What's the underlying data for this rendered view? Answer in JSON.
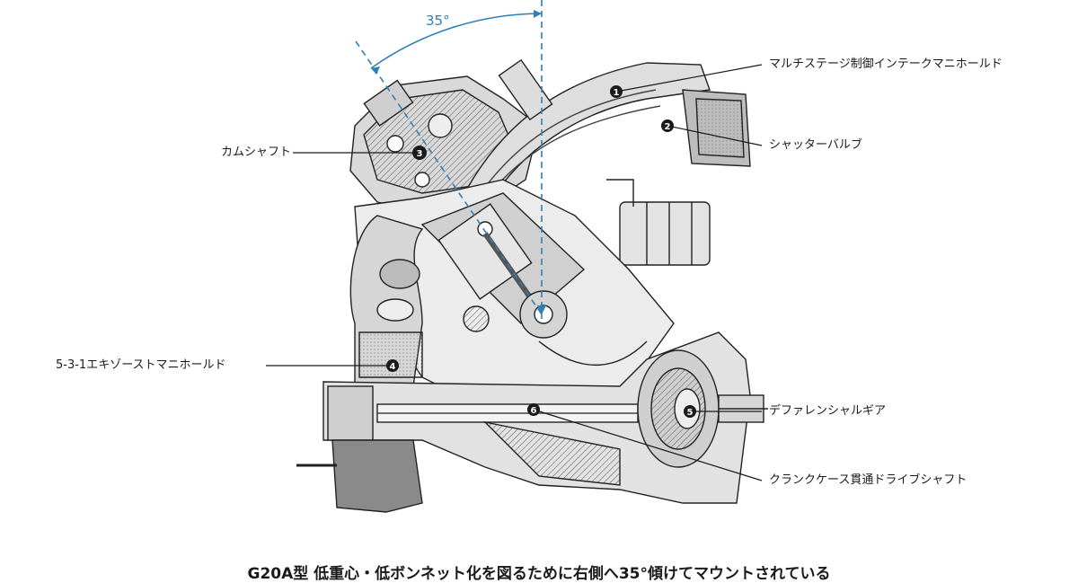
{
  "title_caption": "G20A型 低重心・低ボンネット化を図るために右側へ35°傾けてマウントされている",
  "angle_label": "35°",
  "callouts": [
    {
      "number": "1",
      "label": "マルチステージ制御インテークマニホールド"
    },
    {
      "number": "2",
      "label": "シャッターバルブ"
    },
    {
      "number": "3",
      "label": "カムシャフト"
    },
    {
      "number": "4",
      "label": "5-3-1エキゾーストマニホールド"
    },
    {
      "number": "5",
      "label": "デファレンシャルギア"
    },
    {
      "number": "6",
      "label": "クランクケース貫通ドライブシャフト"
    }
  ],
  "colors": {
    "angle_guide": "#2f7fb5",
    "ink": "#1a1a1a",
    "background": "#ffffff"
  }
}
